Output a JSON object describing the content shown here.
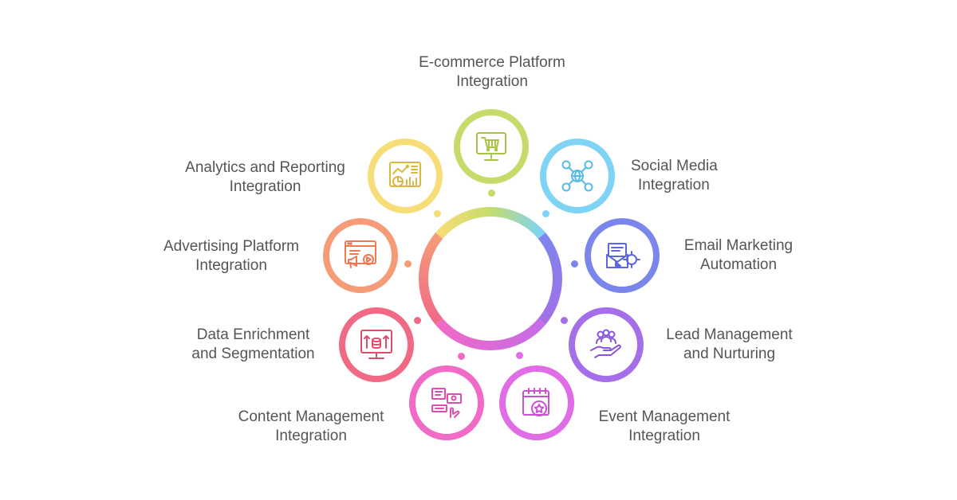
{
  "nodes": [
    {
      "id": "ecommerce",
      "line1": "E-commerce Platform",
      "line2": "Integration",
      "color": "#c5dc6b",
      "icon": "shopping-cart-monitor-icon"
    },
    {
      "id": "social",
      "line1": "Social Media",
      "line2": "Integration",
      "color": "#7fd3f5",
      "icon": "social-network-globe-icon"
    },
    {
      "id": "email",
      "line1": "Email Marketing",
      "line2": "Automation",
      "color": "#7b86ec",
      "icon": "email-gear-icon"
    },
    {
      "id": "lead",
      "line1": "Lead Management",
      "line2": "and Nurturing",
      "color": "#a46fe8",
      "icon": "hand-people-icon"
    },
    {
      "id": "event",
      "line1": "Event Management",
      "line2": "Integration",
      "color": "#e06ce6",
      "icon": "calendar-gear-icon"
    },
    {
      "id": "content",
      "line1": "Content Management",
      "line2": "Integration",
      "color": "#f06ac6",
      "icon": "content-chat-icon"
    },
    {
      "id": "data",
      "line1": "Data Enrichment",
      "line2": "and Segmentation",
      "color": "#f06a86",
      "icon": "database-monitor-icon"
    },
    {
      "id": "advertising",
      "line1": "Advertising Platform",
      "line2": "Integration",
      "color": "#f59b78",
      "icon": "megaphone-browser-icon"
    },
    {
      "id": "analytics",
      "line1": "Analytics and Reporting",
      "line2": "Integration",
      "color": "#f6dd78",
      "icon": "analytics-chart-icon"
    }
  ]
}
